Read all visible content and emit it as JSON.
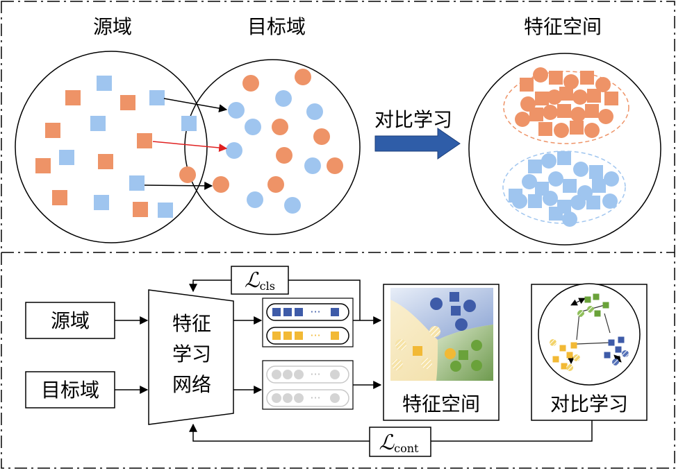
{
  "top": {
    "source_label": "源域",
    "target_label": "目标域",
    "feature_label": "特征空间",
    "arrow_label": "对比学习"
  },
  "bottom": {
    "source_box": "源域",
    "target_box": "目标域",
    "network_lines": [
      "特征",
      "学习",
      "网络"
    ],
    "feature_space": "特征空间",
    "contrastive": "对比学习",
    "loss_cls_symbol": "ℒ",
    "loss_cls_sub": "cls",
    "loss_cont_symbol": "ℒ",
    "loss_cont_sub": "cont",
    "ellipsis": "···"
  },
  "colors": {
    "orange": "#ee9367",
    "blue": "#9fc5ef",
    "dark_blue": "#3e5ba8",
    "yellow": "#f2b935",
    "green": "#6aa23a",
    "red_arrow": "#e02020",
    "big_arrow": "#2f5da8"
  }
}
